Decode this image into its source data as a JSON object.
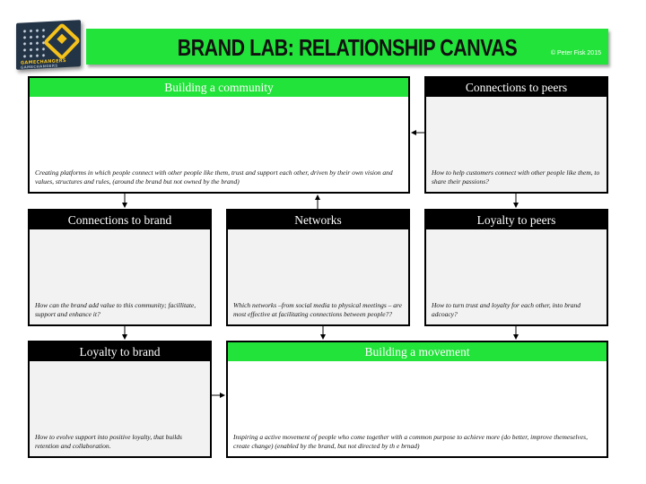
{
  "header": {
    "title": "BRAND LAB: RELATIONSHIP CANVAS",
    "copyright": "© Peter Fisk 2015",
    "logo_text": "GAMECHANGERS",
    "logo_subtext": "GAMECHANGERS"
  },
  "colors": {
    "accent_green": "#22e33a",
    "header_black": "#000000",
    "panel_grey": "#f2f2f2"
  },
  "boxes": {
    "building_community": {
      "title": "Building a community",
      "text": "Creating platforms in which people connect with other people like them, trust and support each other, driven by their own vision and values, structures and rules, (around the brand but not owned by the brand)"
    },
    "connections_peers": {
      "title": "Connections to peers",
      "text": "How to help customers connect with other people like them, to share their passions?"
    },
    "connections_brand": {
      "title": "Connections to brand",
      "text": "How can the brand add value to this community; facillitate, support and enhance it?"
    },
    "networks": {
      "title": "Networks",
      "text": "Which networks –from social media to physical meetings – are most effective at facilitating connections between people??"
    },
    "loyalty_peers": {
      "title": "Loyalty to peers",
      "text": "How to turn trust and loyalty for each other, into brand adcoacy?"
    },
    "loyalty_brand": {
      "title": "Loyalty to brand",
      "text": "How to evolve support into positive loyalty, that builds retention and collaboration."
    },
    "building_movement": {
      "title": "Building a movement",
      "text": "Inspiring a active movement of people who come together with a  common purpose  to achieve more (do better, improve themeselves,  create change) (enabled by the brand, but not directed by th e brnad)"
    }
  }
}
